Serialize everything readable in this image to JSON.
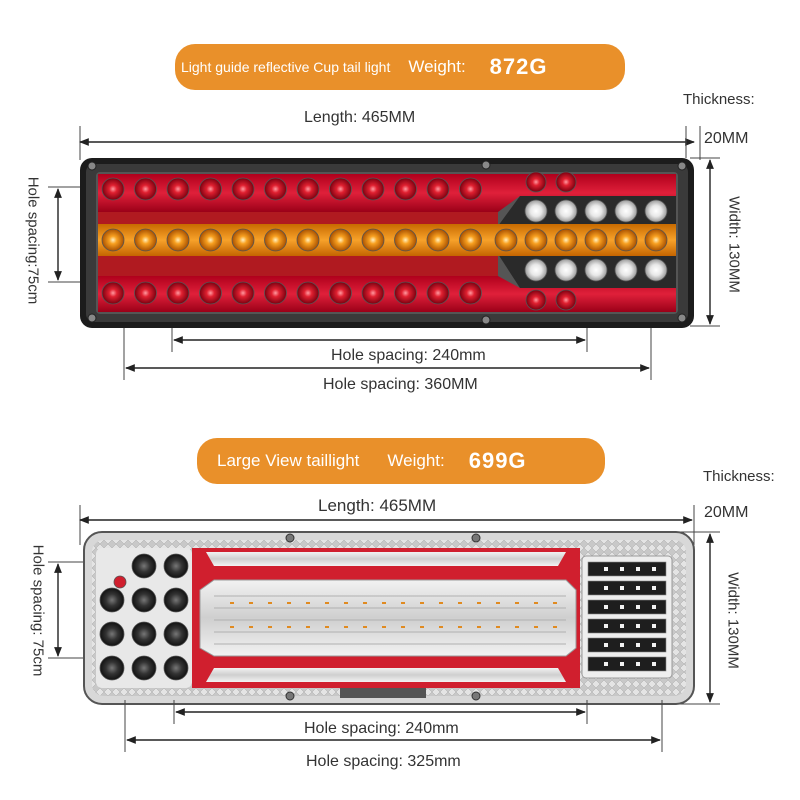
{
  "product1": {
    "name": "Light guide reflective Cup tail light",
    "weight_label": "Weight:",
    "weight_value": "872G",
    "length": "Length: 465MM",
    "thickness_label": "Thickness:",
    "thickness_value": "20MM",
    "width": "Width: 130MM",
    "hole_vertical": "Hole spacing:75cm",
    "hole_spacing_inner": "Hole spacing: 240mm",
    "hole_spacing_outer": "Hole spacing: 360MM"
  },
  "product2": {
    "name": "Large View taillight",
    "weight_label": "Weight:",
    "weight_value": "699G",
    "length": "Length: 465MM",
    "thickness_label": "Thickness:",
    "thickness_value": "20MM",
    "width": "Width: 130MM",
    "hole_vertical": "Hole spacing: 75cm",
    "hole_spacing_inner": "Hole spacing: 240mm",
    "hole_spacing_outer": "Hole spacing: 325mm"
  },
  "colors": {
    "accent": "#e9902a",
    "red": "#c8102e",
    "amber": "#f29a1f",
    "housing": "#2a2a2a"
  }
}
